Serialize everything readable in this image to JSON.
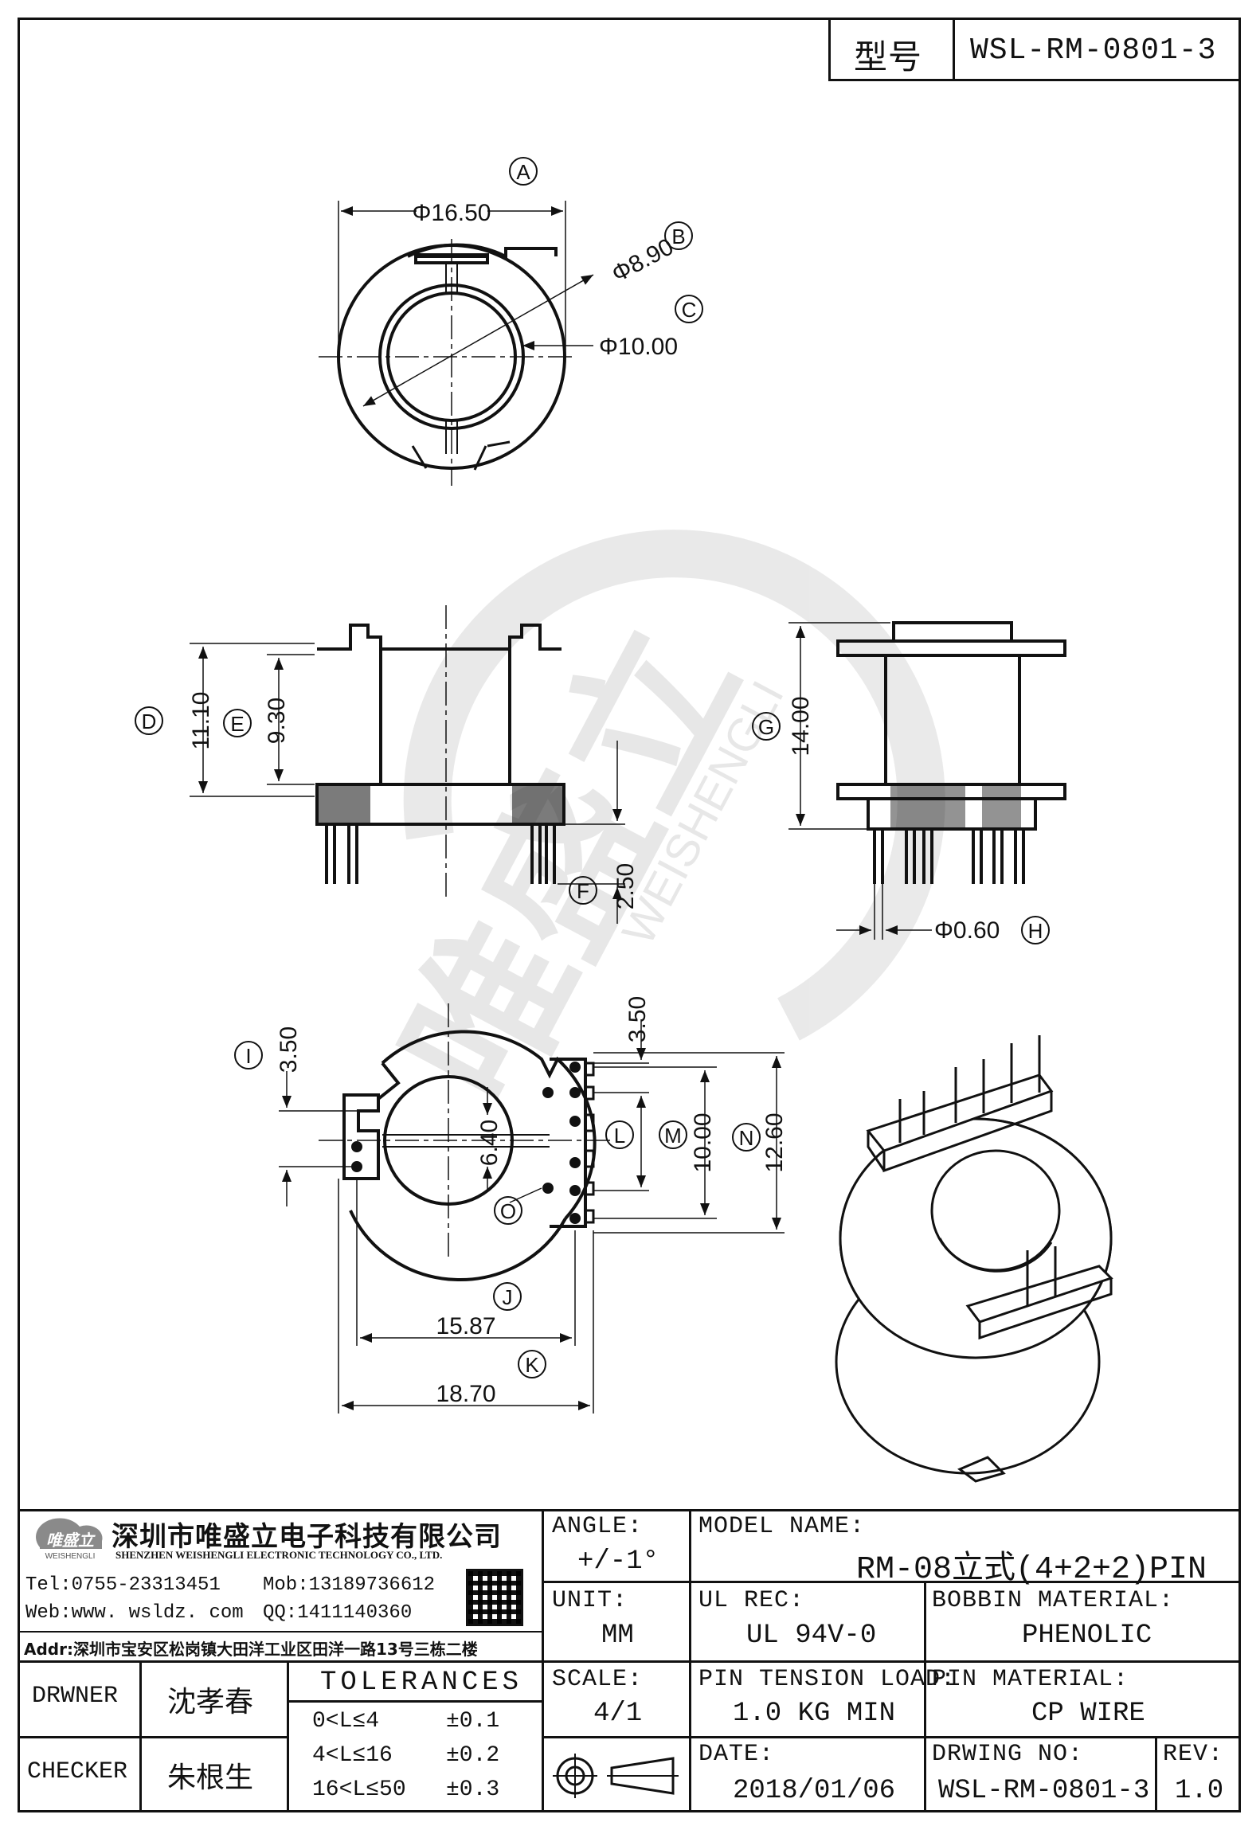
{
  "header": {
    "model_label": "型号",
    "model_value": "WSL-RM-0801-3"
  },
  "dimensions": {
    "A": {
      "tag": "A",
      "value": "Φ16.50"
    },
    "B": {
      "tag": "B",
      "value": "Φ8.90"
    },
    "C": {
      "tag": "C",
      "value": "Φ10.00"
    },
    "D": {
      "tag": "D",
      "value": "11.10"
    },
    "E": {
      "tag": "E",
      "value": "9.30"
    },
    "F": {
      "tag": "F",
      "value": "2.50"
    },
    "G": {
      "tag": "G",
      "value": "14.00"
    },
    "H": {
      "tag": "H",
      "value": "Φ0.60"
    },
    "I": {
      "tag": "I",
      "value": "3.50"
    },
    "I2": {
      "value": "3.50"
    },
    "L": {
      "tag": "L",
      "value": "6.40"
    },
    "M": {
      "tag": "M",
      "value": "10.00"
    },
    "N": {
      "tag": "N",
      "value": "12.60"
    },
    "O": {
      "tag": "O"
    },
    "J": {
      "tag": "J",
      "value": "15.87"
    },
    "K": {
      "tag": "K",
      "value": "18.70"
    }
  },
  "watermark": {
    "brand_cn": "唯盛立",
    "brand_en": "WEISHENGLI"
  },
  "company": {
    "logo_cn": "唯盛立",
    "logo_en": "WEISHENGLI",
    "name_cn": "深圳市唯盛立电子科技有限公司",
    "name_en": "SHENZHEN WEISHENGLI ELECTRONIC TECHNOLOGY CO., LTD.",
    "tel": "Tel:0755-23313451",
    "mob": "Mob:13189736612",
    "web": "Web:www. wsldz. com",
    "qq": "QQ:1411140360",
    "addr": "Addr:深圳市宝安区松岗镇大田洋工业区田洋一路13号三栋二楼"
  },
  "title_block": {
    "angle_label": "ANGLE:",
    "angle_value": "+/-1°",
    "model_name_label": "MODEL NAME:",
    "model_name_value": "RM-08立式(4+2+2)PIN",
    "unit_label": "UNIT:",
    "unit_value": "MM",
    "ul_label": "UL REC:",
    "ul_value": "UL 94V-0",
    "bobbin_label": "BOBBIN MATERIAL:",
    "bobbin_value": "PHENOLIC",
    "scale_label": "SCALE:",
    "scale_value": "4/1",
    "pin_tension_label": "PIN TENSION LOAD:",
    "pin_tension_value": "1.0 KG MIN",
    "pin_material_label": "PIN MATERIAL:",
    "pin_material_value": "CP WIRE",
    "date_label": "DATE:",
    "date_value": "2018/01/06",
    "drawing_no_label": "DRWING NO:",
    "drawing_no_value": "WSL-RM-0801-3",
    "rev_label": "REV:",
    "rev_value": "1.0",
    "drawer_label": "DRWNER",
    "drawer_value": "沈孝春",
    "checker_label": "CHECKER",
    "checker_value": "朱根生",
    "tolerances_label": "TOLERANCES",
    "tolerances": [
      {
        "range": "0<L≤4",
        "tol": "±0.1"
      },
      {
        "range": "4<L≤16",
        "tol": "±0.2"
      },
      {
        "range": "16<L≤50",
        "tol": "±0.3"
      }
    ]
  }
}
